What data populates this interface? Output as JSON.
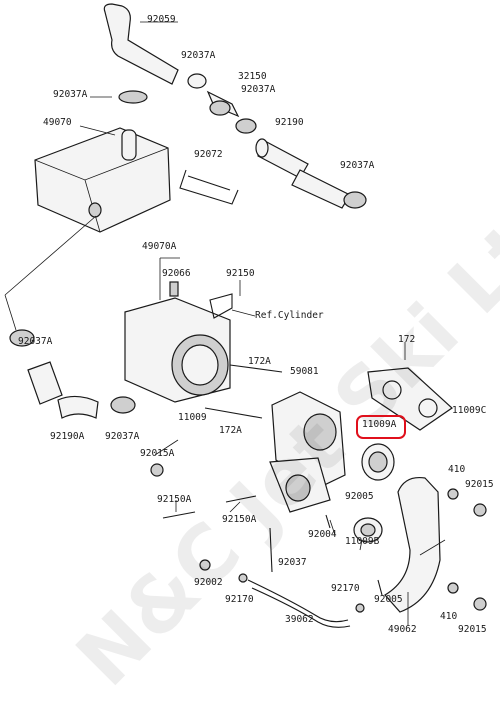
{
  "watermark": "N&C Jet Ski Ltd",
  "highlight_color": "#e0101c",
  "reference_note": "Ref.Cylinder",
  "labels": {
    "p92059": "92059",
    "p92037A_1": "92037A",
    "p32150": "32150",
    "p92037A_2": "92037A",
    "p92037A_3": "92037A",
    "p49070": "49070",
    "p92190": "92190",
    "p92072": "92072",
    "p92037A_4": "92037A",
    "p49070A": "49070A",
    "p92066": "92066",
    "p92150": "92150",
    "p92037A_5": "92037A",
    "p172_1": "172",
    "p172A_1": "172A",
    "p59081": "59081",
    "p11009C": "11009C",
    "p11009": "11009",
    "p172A_2": "172A",
    "p11009A": "11009A",
    "p92190A": "92190A",
    "p92037A_6": "92037A",
    "p92015A": "92015A",
    "p410_1": "410",
    "p92015_1": "92015",
    "p92150A": "92150A",
    "p92005_1": "92005",
    "p92150A_2": "92150A",
    "p92004": "92004",
    "p11009B": "11009B",
    "p92037": "92037",
    "p92002": "92002",
    "p92170_1": "92170",
    "p92170_2": "92170",
    "p92005_2": "92005",
    "p39062": "39062",
    "p49062": "49062",
    "p410_2": "410",
    "p92015_2": "92015"
  }
}
